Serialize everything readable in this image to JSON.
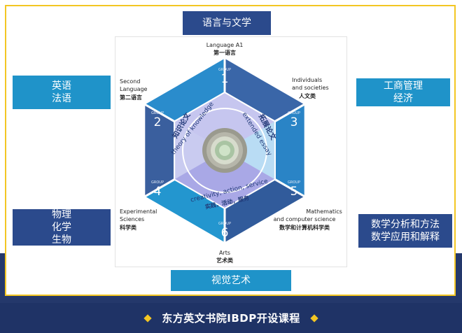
{
  "footer": {
    "title": "东方英文书院IBDP开设课程"
  },
  "top_box": {
    "label": "语言与文学"
  },
  "bottom_box": {
    "label": "视觉艺术"
  },
  "left_top_box": {
    "line1": "英语",
    "line2": "法语"
  },
  "left_bottom_box": {
    "line1": "物理",
    "line2": "化学",
    "line3": "生物"
  },
  "right_top_box": {
    "line1": "工商管理",
    "line2": "经济"
  },
  "right_bottom_box": {
    "line1": "数学分析和方法",
    "line2": "数学应用和解释"
  },
  "hexagon": {
    "group_word": "GROUP",
    "groups": [
      {
        "num": "1",
        "en": [
          "Language A1"
        ],
        "zh": "第一语言"
      },
      {
        "num": "2",
        "en": [
          "Second",
          "Language"
        ],
        "zh": "第二语言"
      },
      {
        "num": "3",
        "en": [
          "Individuals",
          "and societies"
        ],
        "zh": "人文类"
      },
      {
        "num": "4",
        "en": [
          "Experimental",
          "Sciences"
        ],
        "zh": "科学类"
      },
      {
        "num": "5",
        "en": [
          "Mathematics",
          "and computer science"
        ],
        "zh": "数学和计算机科学类"
      },
      {
        "num": "6",
        "en": [
          "Arts"
        ],
        "zh": "艺术类"
      }
    ],
    "core": {
      "tok_zh": "知识论文",
      "tok_en": "theory of knowledge",
      "ee_zh": "拓展论文",
      "ee_en": "extended essay",
      "cas_en": "creativity, action, service",
      "cas_zh": "实践，活动，服务"
    }
  },
  "colors": {
    "navy": "#2b4a8c",
    "blue": "#1f93c9",
    "gold": "#f3c623",
    "footer": "#1f3366"
  }
}
